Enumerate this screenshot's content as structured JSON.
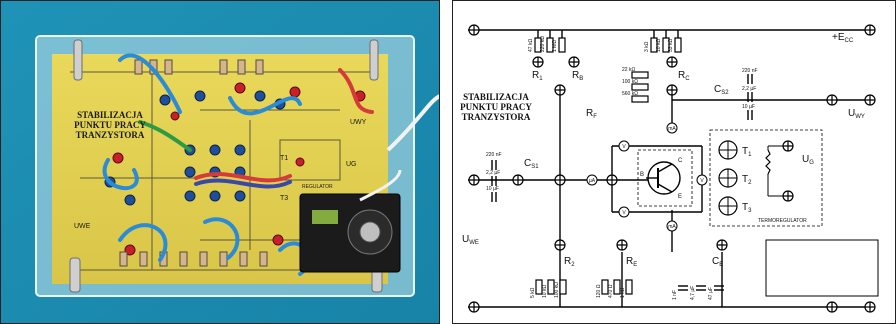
{
  "photo": {
    "board_title_lines": [
      "STABILIZACJA",
      "PUNKTU PRACY",
      "TRANZYSTORA"
    ],
    "labels": {
      "uwe": "UWE",
      "uwy": "UWY",
      "ug": "UG",
      "t1": "T1",
      "t3": "T3",
      "regulator": "REGULATOR"
    }
  },
  "schematic": {
    "title_lines": [
      "STABILIZACJA",
      "PUNKTU PRACY",
      "TRANZYSTORA"
    ],
    "supply": {
      "main": "+E",
      "sub": "CC"
    },
    "top_resistors": [
      "47 kΩ",
      "220 kΩ",
      "1 MΩ",
      "3 kΩ",
      "10 kΩ",
      "33 kΩ"
    ],
    "rf_values": [
      "22 kΩ",
      "100 kΩ",
      "560 kΩ"
    ],
    "cs2_values": [
      "220 nF",
      "2,2 µF",
      "10 µF"
    ],
    "cs1_values": [
      "220 nF",
      "2,2 µF",
      "10 µF"
    ],
    "bottom_resistors_r2": [
      "5 kΩ",
      "10 kΩ",
      "100 kΩ"
    ],
    "bottom_resistors_re": [
      "120 Ω",
      "470 Ω",
      "1 kΩ"
    ],
    "bottom_caps_ce": [
      "1 nF",
      "4,7 µF",
      "47 µF"
    ],
    "labels": {
      "r1": "R",
      "r1s": "1",
      "rb": "R",
      "rbs": "B",
      "rc": "R",
      "rcs": "C",
      "rf": "R",
      "rfs": "F",
      "cs2": "C",
      "cs2s": "S2",
      "uwy": "U",
      "uwys": "WY",
      "cs1": "C",
      "cs1s": "S1",
      "uwe": "U",
      "uwes": "WE",
      "r2": "R",
      "r2s": "2",
      "re": "R",
      "res": "E",
      "ce": "C",
      "ces": "E",
      "t1": "T",
      "t1s": "1",
      "t2": "T",
      "t2s": "2",
      "t3": "T",
      "t3s": "3",
      "ug": "U",
      "ugs": "G",
      "termo": "TERMOREGULATOR"
    },
    "meters": {
      "v": "V",
      "ma": "mA",
      "ua": "µA"
    },
    "transistor_pins": {
      "b": "B",
      "c": "C",
      "e": "E"
    }
  }
}
